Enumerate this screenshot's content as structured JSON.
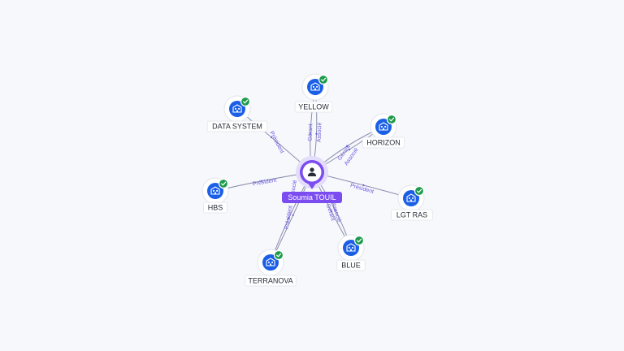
{
  "colors": {
    "background": "#f7f8fb",
    "company": "#1a5fe6",
    "verified": "#1e9a4c",
    "person": "#7b4df0",
    "edge": "#8a8fb0",
    "edge_label": "#6a5ae0"
  },
  "center": {
    "name": "Soumia TOUIL",
    "icon": "user-icon"
  },
  "nodes": [
    {
      "id": "yellow",
      "label": "YELLOW",
      "icon": "building-icon",
      "verified": true,
      "relations": [
        "Gérant",
        "Associé"
      ]
    },
    {
      "id": "data-system",
      "label": "DATA SYSTEM",
      "icon": "building-icon",
      "verified": true,
      "relations": [
        "Président"
      ]
    },
    {
      "id": "horizon",
      "label": "HORIZON",
      "icon": "building-icon",
      "verified": true,
      "relations": [
        "Gérant",
        "Associé"
      ]
    },
    {
      "id": "hbs",
      "label": "HBS",
      "icon": "building-icon",
      "verified": true,
      "relations": [
        "Président"
      ]
    },
    {
      "id": "lgt-ras",
      "label": "LGT RAS",
      "icon": "building-icon",
      "verified": true,
      "relations": [
        "Président"
      ]
    },
    {
      "id": "terranova",
      "label": "TERRANOVA",
      "icon": "building-icon",
      "verified": true,
      "relations": [
        "Président",
        "Associé"
      ]
    },
    {
      "id": "blue",
      "label": "BLUE",
      "icon": "building-icon",
      "verified": true,
      "relations": [
        "Gérant",
        "Associé"
      ]
    }
  ]
}
